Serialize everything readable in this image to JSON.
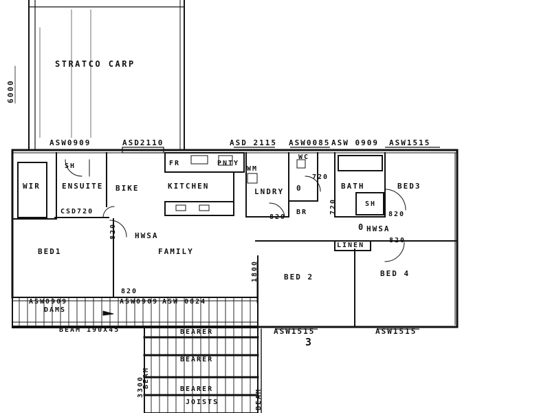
{
  "plan": {
    "carport": "STRATCO CARP",
    "dimensions": {
      "carport_depth": "6000",
      "hall_width": "1800",
      "deck_depth": "3300"
    },
    "rooms": {
      "wir": "WIR",
      "ensuite": "ENSUITE",
      "shower_ensuite": "SH",
      "bike": "BIKE",
      "kitchen": "KITCHEN",
      "fridge": "FR",
      "pantry": "PNTY",
      "laundry": "LNDRY",
      "wm": "WM",
      "wc": "WC",
      "bath": "BATH",
      "shower_bath": "SH",
      "bed1": "BED1",
      "bed2": "BED 2",
      "bed3": "BED3",
      "bed4": "BED 4",
      "family": "FAMILY",
      "hwsa_family": "HWSA",
      "hwsa_hall": "HWSA",
      "linen": "LINEN",
      "dams": "DAMS",
      "br": "BR"
    },
    "windows_top": [
      "ASW0909",
      "ASD2110",
      "ASD 2115",
      "ASW0085",
      "ASW 0909",
      "ASW1515"
    ],
    "windows_bottom": [
      "ASW0909",
      "ASW0909",
      "ASW 0824",
      "ASW1515",
      "ASW1515"
    ],
    "doors": [
      "CSD720",
      "820",
      "820",
      "820",
      "820",
      "820",
      "720",
      "720"
    ],
    "beams": {
      "beam_main": "BEAM 190X45",
      "bearer": [
        "BEARER",
        "BEARER",
        "BEARER"
      ],
      "joists": "JOISTS",
      "beam_left": "BEAM",
      "beam_right": "BEAM"
    },
    "sheet_number": "3",
    "misc": [
      "0",
      "0"
    ]
  }
}
